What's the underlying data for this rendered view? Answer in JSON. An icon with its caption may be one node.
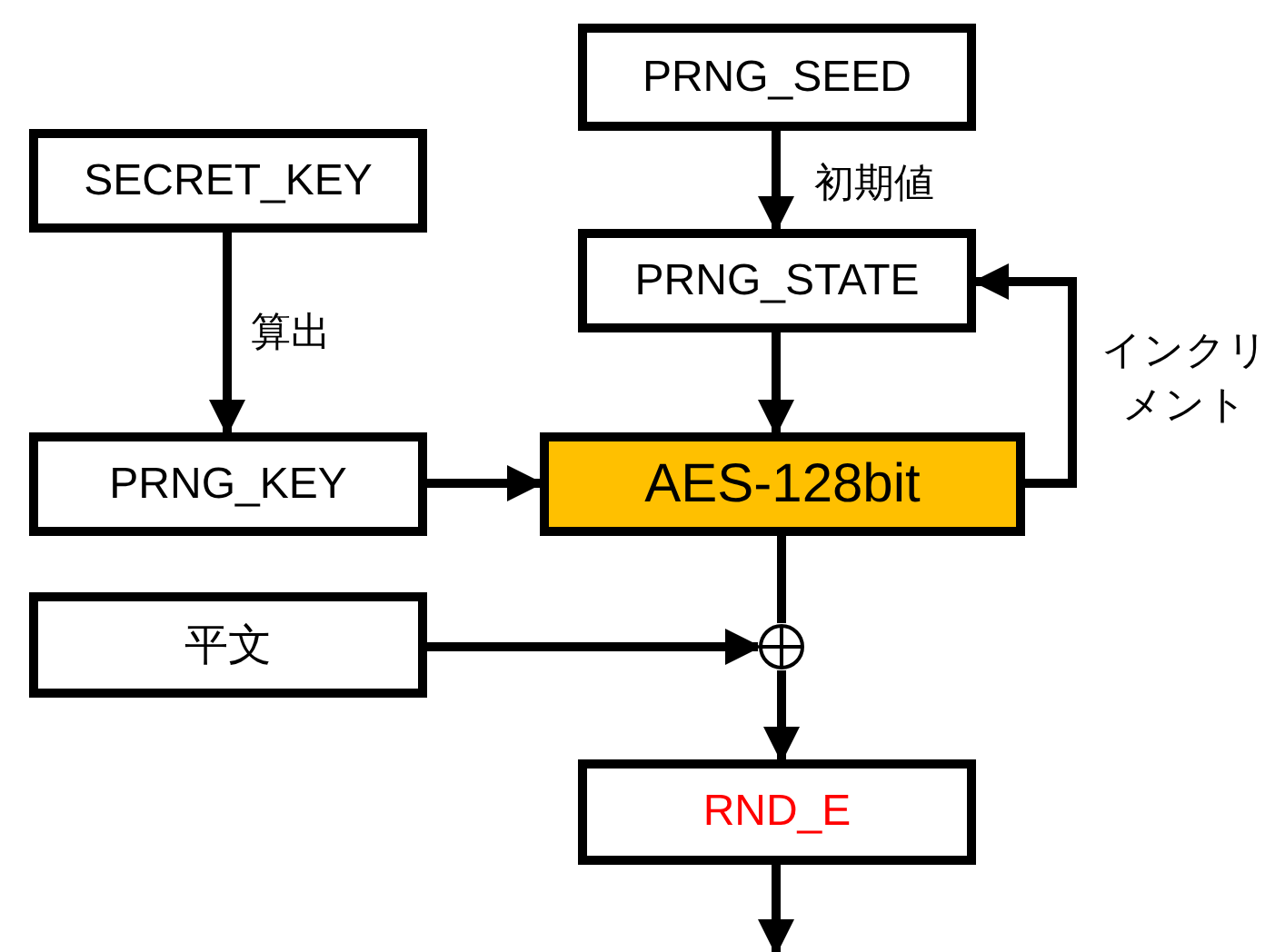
{
  "diagram": {
    "nodes": [
      {
        "text": [
          "SECRET_KEY"
        ]
      },
      {
        "text": [
          "PRNG_SEED"
        ]
      },
      {
        "text": [
          "PRNG_STATE"
        ]
      },
      {
        "text": [
          "PRNG_KEY"
        ]
      },
      {
        "text": [
          "AES-128bit"
        ]
      },
      {
        "text": [
          "平文"
        ]
      },
      {
        "text": [],
        "shape": "circle"
      },
      {
        "text": [
          "RND_E"
        ]
      }
    ],
    "edges": [
      {
        "from": 0,
        "to": 3,
        "arrow": "to",
        "label": "算出"
      },
      {
        "from": 1,
        "to": 2,
        "arrow": "to",
        "label": "初期値"
      },
      {
        "from": 2,
        "to": 4,
        "arrow": "to"
      },
      {
        "from": 3,
        "to": 4,
        "arrow": "to"
      },
      {
        "from": 4,
        "to": 2,
        "arrow": "to",
        "label": "インクリメント"
      },
      {
        "from": 5,
        "to": 6,
        "arrow": "to"
      },
      {
        "from": 4,
        "to": 6,
        "arrow": "none"
      },
      {
        "from": 6,
        "to": 7,
        "arrow": "to"
      },
      {
        "from": 7,
        "to": null,
        "arrow": "to"
      }
    ]
  }
}
